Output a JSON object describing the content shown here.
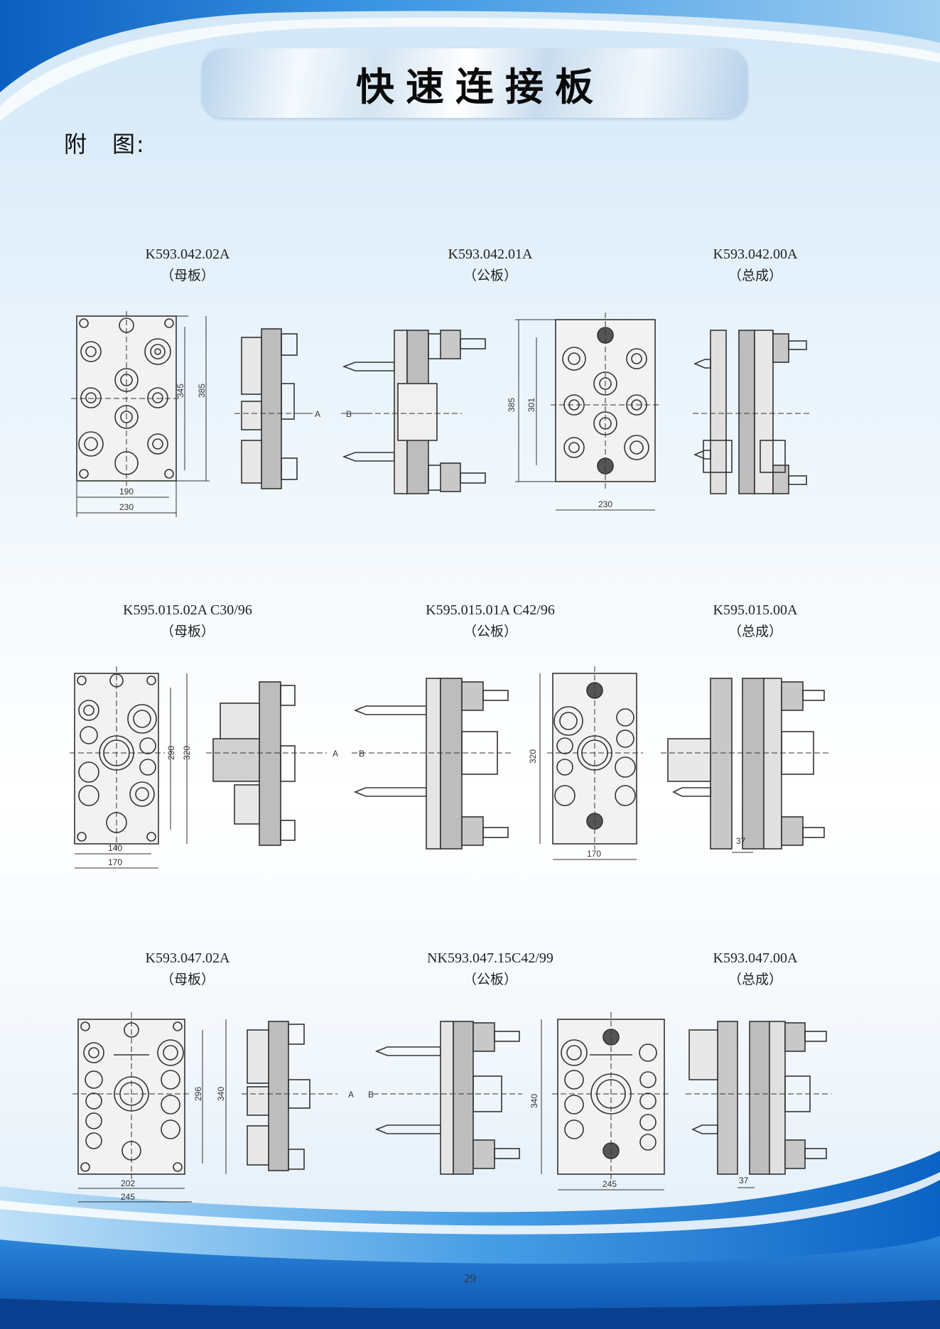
{
  "title": "快速连接板",
  "caption_label": "附　图:",
  "page_number": "29",
  "rows": [
    {
      "figures": [
        {
          "code": "K593.042.02A",
          "sub": "（母板）"
        },
        {
          "code": "K593.042.01A",
          "sub": "（公板）"
        },
        {
          "code": "K593.042.00A",
          "sub": "（总成）"
        }
      ],
      "dims": {
        "front_h1": "345",
        "front_h2": "385",
        "front_w1": "190",
        "front_w2": "230",
        "back_h1": "385",
        "back_h2": "301",
        "back_w": "230",
        "arrow_a": "A",
        "arrow_b": "B"
      }
    },
    {
      "figures": [
        {
          "code": "K595.015.02A C30/96",
          "sub": "（母板）"
        },
        {
          "code": "K595.015.01A C42/96",
          "sub": "（公板）"
        },
        {
          "code": "K595.015.00A",
          "sub": "（总成）"
        }
      ],
      "dims": {
        "front_h1": "290",
        "front_h2": "320",
        "front_w1": "140",
        "front_w2": "170",
        "back_h1": "320",
        "back_w": "170",
        "assy_w": "37",
        "arrow_a": "A",
        "arrow_b": "B"
      }
    },
    {
      "figures": [
        {
          "code": "K593.047.02A",
          "sub": "（母板）"
        },
        {
          "code": "NK593.047.15C42/99",
          "sub": "（公板）"
        },
        {
          "code": "K593.047.00A",
          "sub": "（总成）"
        }
      ],
      "dims": {
        "front_h1": "296",
        "front_h2": "340",
        "front_w1": "202",
        "front_w2": "245",
        "back_h1": "340",
        "back_w": "245",
        "assy_w": "37",
        "arrow_a": "A",
        "arrow_b": "B"
      }
    }
  ]
}
